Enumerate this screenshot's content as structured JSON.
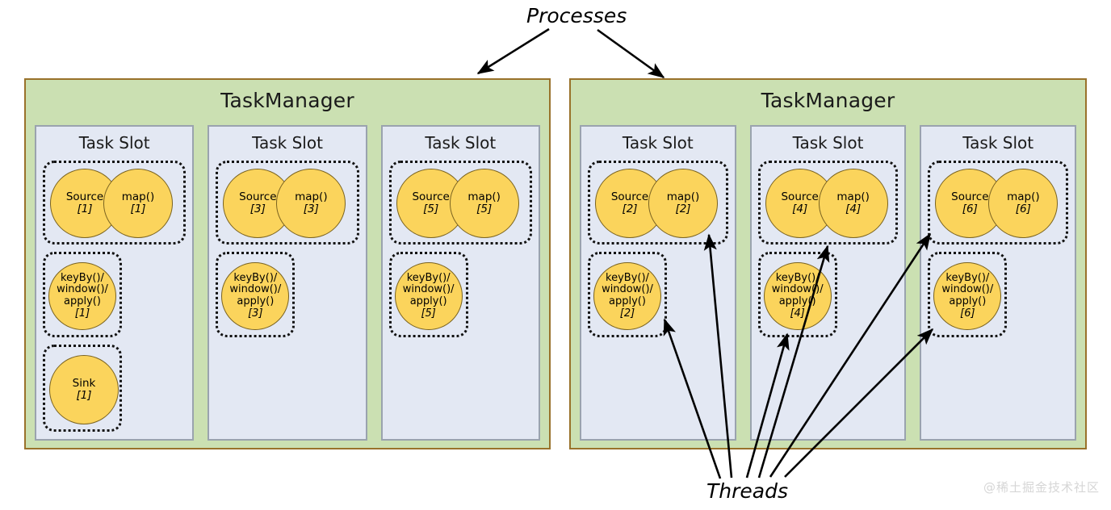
{
  "annotations": {
    "processes_label": "Processes",
    "threads_label": "Threads"
  },
  "watermark": "@稀土掘金技术社区",
  "colors": {
    "taskmanager_fill": "#cbe0b2",
    "taskmanager_border": "#99722b",
    "task_slot_fill": "#e3e8f3",
    "task_slot_border": "#9aa3ae",
    "operator_fill": "#fbd45c",
    "operator_border": "#7a6320",
    "chain_border": "#111111",
    "arrow_color": "#000000",
    "background": "#ffffff"
  },
  "taskmanagers": [
    {
      "title": "TaskManager",
      "slots": [
        {
          "title": "Task Slot",
          "chains": [
            {
              "kind": "pair",
              "operators": [
                {
                  "name": "Source",
                  "index": "[1]"
                },
                {
                  "name": "map()",
                  "index": "[1]"
                }
              ]
            },
            {
              "kind": "single",
              "operators": [
                {
                  "name": "keyBy()/\nwindow()/\napply()",
                  "line1": "keyBy()/",
                  "line2": "window()/",
                  "line3": "apply()",
                  "index": "[1]"
                }
              ]
            },
            {
              "kind": "sink",
              "operators": [
                {
                  "name": "Sink",
                  "index": "[1]"
                }
              ]
            }
          ]
        },
        {
          "title": "Task Slot",
          "chains": [
            {
              "kind": "pair",
              "operators": [
                {
                  "name": "Source",
                  "index": "[3]"
                },
                {
                  "name": "map()",
                  "index": "[3]"
                }
              ]
            },
            {
              "kind": "single",
              "operators": [
                {
                  "line1": "keyBy()/",
                  "line2": "window()/",
                  "line3": "apply()",
                  "index": "[3]"
                }
              ]
            }
          ]
        },
        {
          "title": "Task Slot",
          "chains": [
            {
              "kind": "pair",
              "operators": [
                {
                  "name": "Source",
                  "index": "[5]"
                },
                {
                  "name": "map()",
                  "index": "[5]"
                }
              ]
            },
            {
              "kind": "single",
              "operators": [
                {
                  "line1": "keyBy()/",
                  "line2": "window()/",
                  "line3": "apply()",
                  "index": "[5]"
                }
              ]
            }
          ]
        }
      ]
    },
    {
      "title": "TaskManager",
      "slots": [
        {
          "title": "Task Slot",
          "chains": [
            {
              "kind": "pair",
              "operators": [
                {
                  "name": "Source",
                  "index": "[2]"
                },
                {
                  "name": "map()",
                  "index": "[2]"
                }
              ]
            },
            {
              "kind": "single",
              "operators": [
                {
                  "line1": "keyBy()/",
                  "line2": "window()/",
                  "line3": "apply()",
                  "index": "[2]"
                }
              ]
            }
          ]
        },
        {
          "title": "Task Slot",
          "chains": [
            {
              "kind": "pair",
              "operators": [
                {
                  "name": "Source",
                  "index": "[4]"
                },
                {
                  "name": "map()",
                  "index": "[4]"
                }
              ]
            },
            {
              "kind": "single",
              "operators": [
                {
                  "line1": "keyBy()/",
                  "line2": "window()/",
                  "line3": "apply()",
                  "index": "[4]"
                }
              ]
            }
          ]
        },
        {
          "title": "Task Slot",
          "chains": [
            {
              "kind": "pair",
              "operators": [
                {
                  "name": "Source",
                  "index": "[6]"
                },
                {
                  "name": "map()",
                  "index": "[6]"
                }
              ]
            },
            {
              "kind": "single",
              "operators": [
                {
                  "line1": "keyBy()/",
                  "line2": "window()/",
                  "line3": "apply()",
                  "index": "[6]"
                }
              ]
            }
          ]
        }
      ]
    }
  ]
}
